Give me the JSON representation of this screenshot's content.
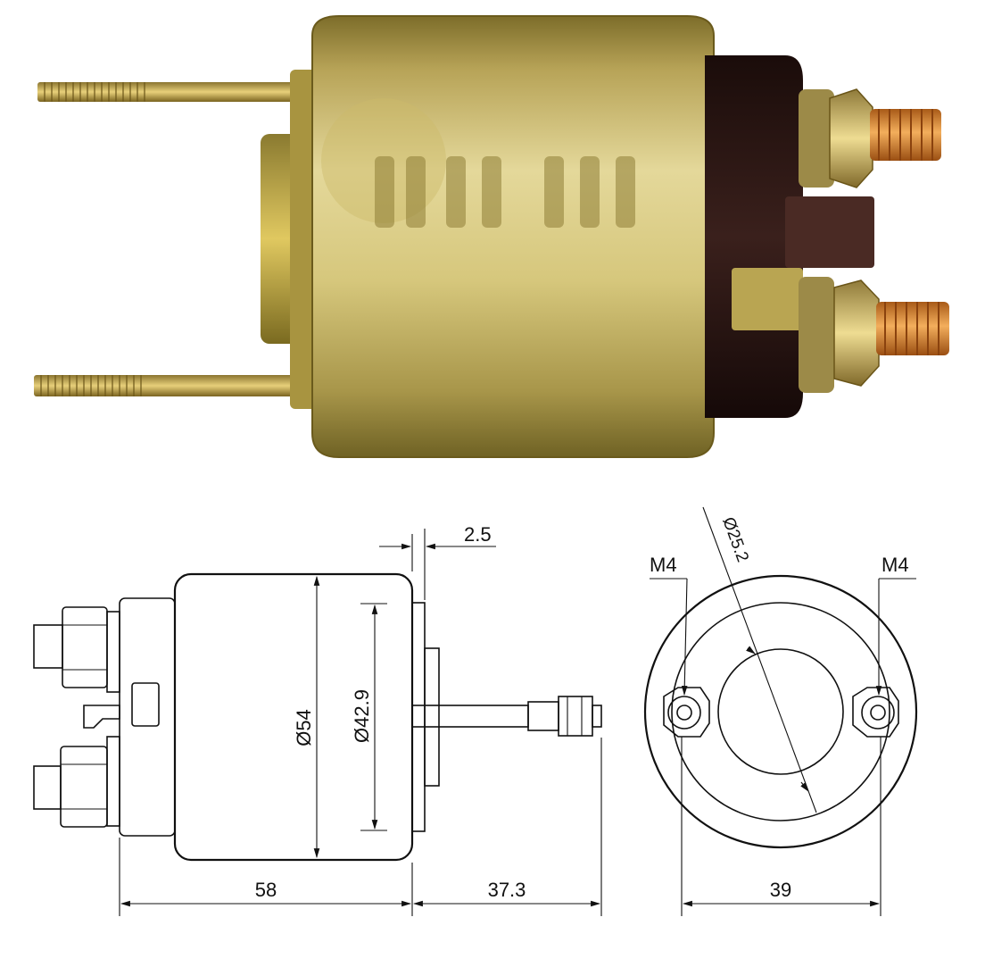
{
  "side_view": {
    "dim_length_body": "58",
    "dim_length_plunger": "37.3",
    "dim_flange": "2.5",
    "dim_body_diameter": "Ø54",
    "dim_flange_diameter": "Ø42.9"
  },
  "front_view": {
    "dim_bore_diameter": "Ø25.2",
    "dim_hole_spacing": "39",
    "thread_left": "M4",
    "thread_right": "M4"
  },
  "colors": {
    "housing": "#c9b45a",
    "housing_shadow": "#8c7a2a",
    "cap": "#2a1512",
    "copper": "#d98a3a",
    "line": "#111111"
  }
}
